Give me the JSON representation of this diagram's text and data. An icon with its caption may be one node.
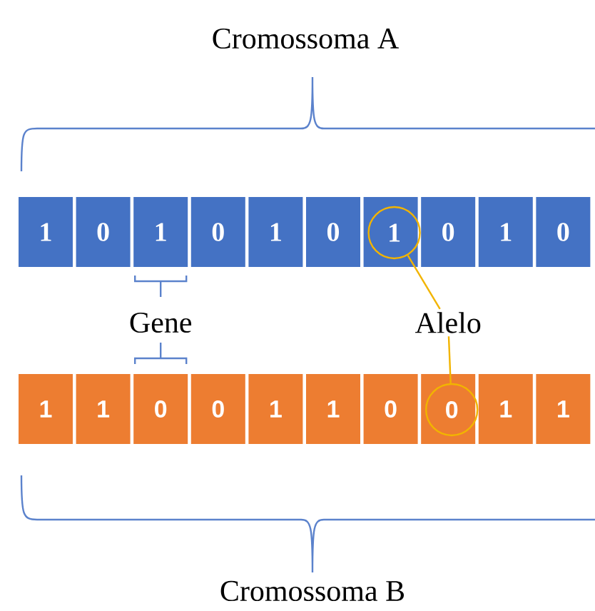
{
  "diagram": {
    "nodes": [
      {
        "text": [
          "1"
        ]
      },
      {
        "text": [
          "0"
        ]
      },
      {
        "text": [
          "1"
        ]
      },
      {
        "text": [
          "0"
        ]
      },
      {
        "text": [
          "1"
        ]
      },
      {
        "text": [
          "0"
        ]
      },
      {
        "text": [],
        "shape": "box"
      },
      {
        "text": [
          "0"
        ]
      },
      {
        "text": [
          "1"
        ]
      },
      {
        "text": [
          "0"
        ]
      },
      {
        "text": [
          "1"
        ]
      },
      {
        "text": [
          "1"
        ]
      },
      {
        "text": [
          "0"
        ]
      },
      {
        "text": [
          "0"
        ]
      },
      {
        "text": [
          "1"
        ]
      },
      {
        "text": [
          "1"
        ]
      },
      {
        "text": [
          "0"
        ]
      },
      {
        "text": [],
        "shape": "box"
      },
      {
        "text": [
          "1"
        ]
      },
      {
        "text": [
          "1"
        ]
      },
      {
        "text": [
          "Alelo"
        ]
      },
      {
        "text": [
          "1"
        ],
        "in": 6
      },
      {
        "text": [
          "0"
        ],
        "in": 17
      }
    ],
    "edges": [
      {
        "from": 20,
        "to": 21,
        "arrow": "none"
      },
      {
        "from": 20,
        "to": 22,
        "arrow": "none"
      }
    ],
    "labels": [
      "Cromossoma A",
      "Gene",
      "Cromossoma B"
    ]
  }
}
